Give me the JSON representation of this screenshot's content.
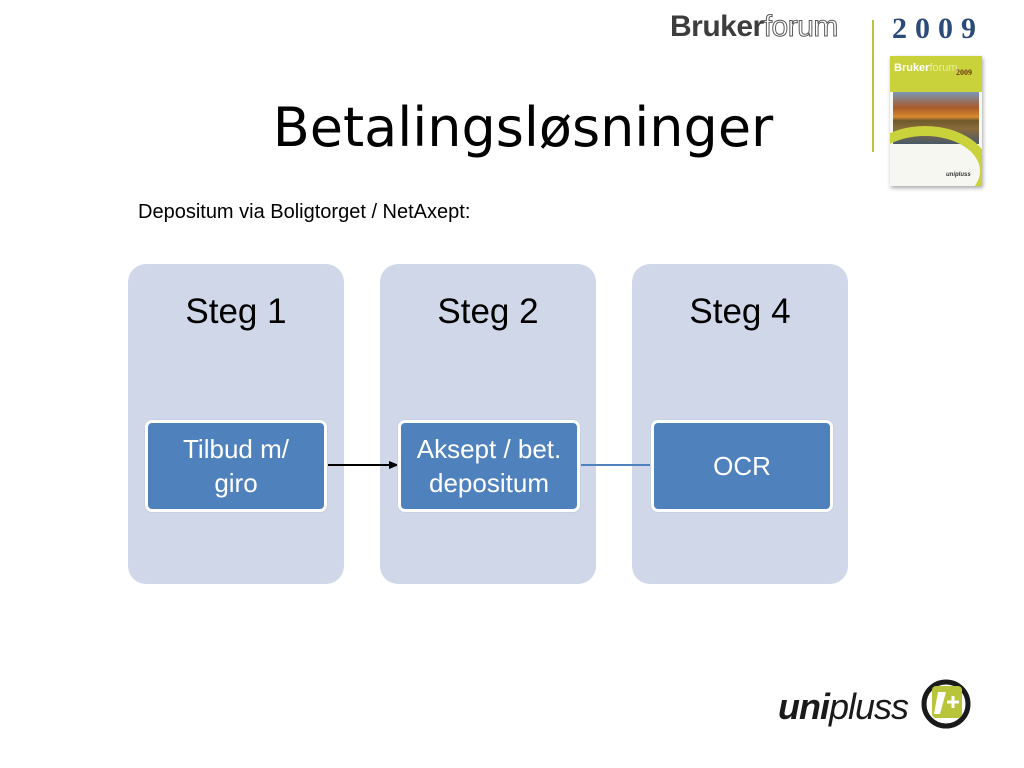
{
  "header": {
    "brand_part1": "Bruker",
    "brand_part2": "forum",
    "year": "2009",
    "cover": {
      "brand_part1": "Bruker",
      "brand_part2": "forum",
      "year": "2009",
      "logo": "unipluss"
    }
  },
  "slide": {
    "title": "Betalingsløsninger",
    "subtitle": "Depositum via Boligtorget / NetAxept:"
  },
  "steps": [
    {
      "heading": "Steg 1",
      "box_line1": "Tilbud m/",
      "box_line2": "giro"
    },
    {
      "heading": "Steg 2",
      "box_line1": "Aksept / bet.",
      "box_line2": "depositum"
    },
    {
      "heading": "Steg 4",
      "box_line1": "OCR",
      "box_line2": ""
    }
  ],
  "connectors": [
    {
      "from": "Steg 1",
      "to": "Steg 2",
      "style": "arrow",
      "color": "#000000"
    },
    {
      "from": "Steg 2",
      "to": "Steg 4",
      "style": "line",
      "color": "#4f81bd"
    }
  ],
  "footer": {
    "logo_part1": "uni",
    "logo_part2": "pluss"
  },
  "colors": {
    "panel": "#d0d7e9",
    "box": "#4f81bd",
    "accent_green": "#b8c43a",
    "year": "#2b4a7a"
  }
}
